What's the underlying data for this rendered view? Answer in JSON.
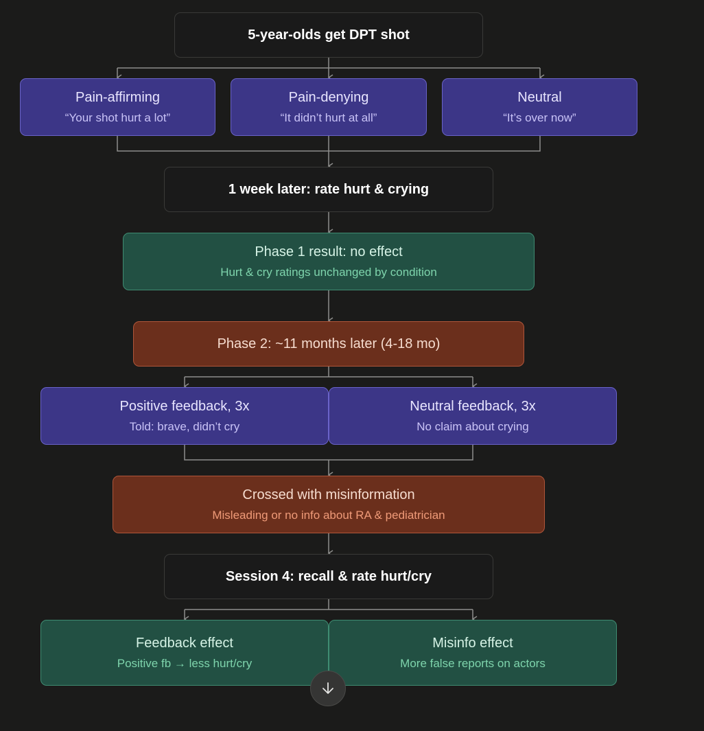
{
  "colors": {
    "background": "#1b1b1a",
    "connector": "#8e8e8c",
    "purple": "#3c3687",
    "green": "#225043",
    "rust": "#6b2f1c"
  },
  "nodes": {
    "start": {
      "title": "5-year-olds get DPT shot"
    },
    "pain_affirming": {
      "title": "Pain-affirming",
      "subtitle": "“Your shot hurt a lot”"
    },
    "pain_denying": {
      "title": "Pain-denying",
      "subtitle": "“It didn’t hurt at all”"
    },
    "neutral": {
      "title": "Neutral",
      "subtitle": "“It’s over now”"
    },
    "week_later": {
      "title": "1 week later: rate hurt & crying"
    },
    "phase1": {
      "title": "Phase 1 result: no effect",
      "subtitle": "Hurt & cry ratings unchanged by condition"
    },
    "phase2": {
      "title": "Phase 2: ~11 months later (4-18 mo)"
    },
    "positive_fb": {
      "title": "Positive feedback, 3x",
      "subtitle": "Told: brave, didn’t cry"
    },
    "neutral_fb": {
      "title": "Neutral feedback, 3x",
      "subtitle": "No claim about crying"
    },
    "misinfo": {
      "title": "Crossed with misinformation",
      "subtitle": "Misleading or no info about RA & pediatrician"
    },
    "session4": {
      "title": "Session 4: recall & rate hurt/cry"
    },
    "feedback_effect": {
      "title": "Feedback effect",
      "subtitle": "Positive fb → less hurt/cry"
    },
    "misinfo_effect": {
      "title": "Misinfo effect",
      "subtitle": "More false reports on actors"
    }
  },
  "controls": {
    "scroll_icon": "arrow-down-icon"
  }
}
